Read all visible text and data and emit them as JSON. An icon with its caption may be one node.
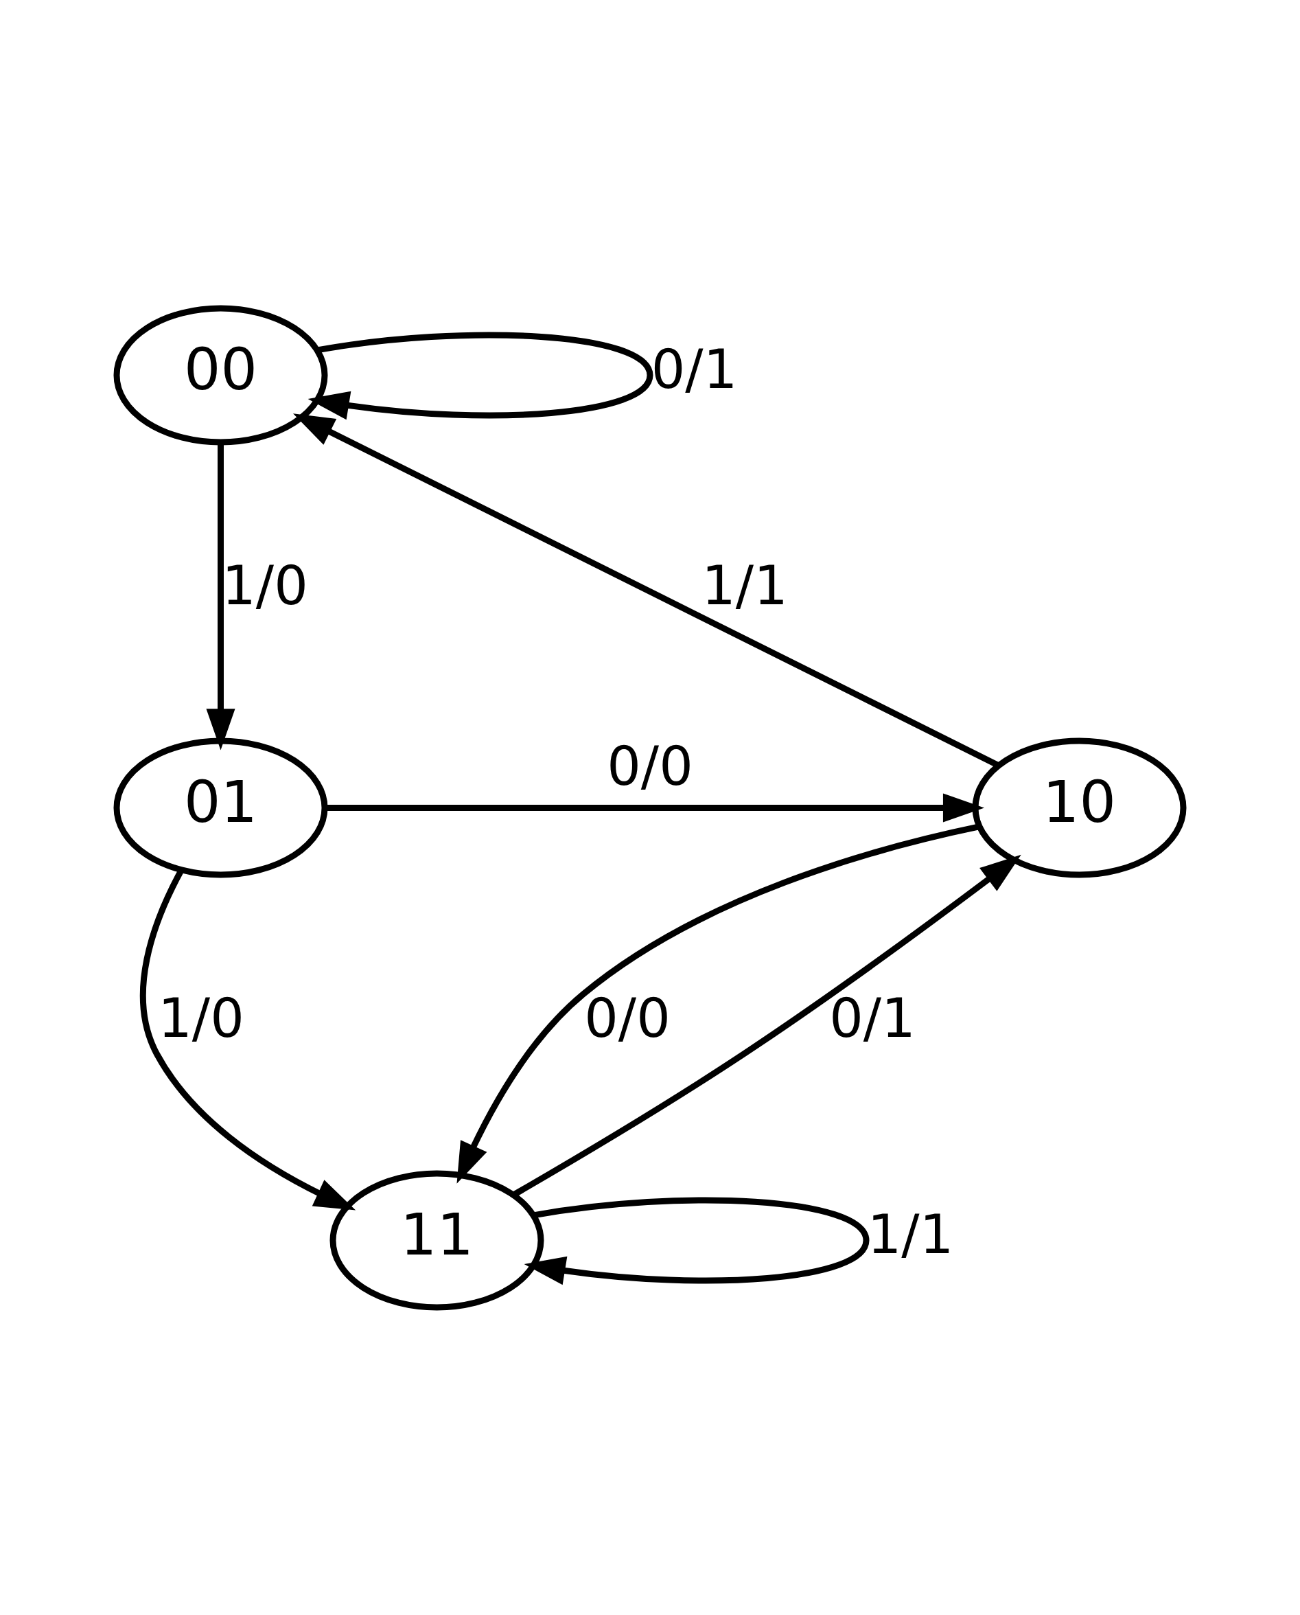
{
  "diagram": {
    "nodes": [
      {
        "text": [
          "00"
        ]
      },
      {
        "text": [
          "01"
        ]
      },
      {
        "text": [
          "10"
        ]
      },
      {
        "text": [
          "11"
        ]
      }
    ],
    "edges": [
      {
        "from": 0,
        "to": 0,
        "arrow": "to",
        "label": "0/1"
      },
      {
        "from": 0,
        "to": 1,
        "arrow": "to",
        "label": "1/0"
      },
      {
        "from": 1,
        "to": 2,
        "arrow": "to",
        "label": "0/0"
      },
      {
        "from": 1,
        "to": 3,
        "arrow": "to",
        "label": "1/0"
      },
      {
        "from": 2,
        "to": 0,
        "arrow": "to",
        "label": "1/1"
      },
      {
        "from": 3,
        "to": 2,
        "arrow": "to",
        "label": "0/1"
      },
      {
        "from": 2,
        "to": 3,
        "arrow": "to",
        "label": "0/0"
      },
      {
        "from": 3,
        "to": 3,
        "arrow": "to",
        "label": "1/1"
      }
    ]
  }
}
